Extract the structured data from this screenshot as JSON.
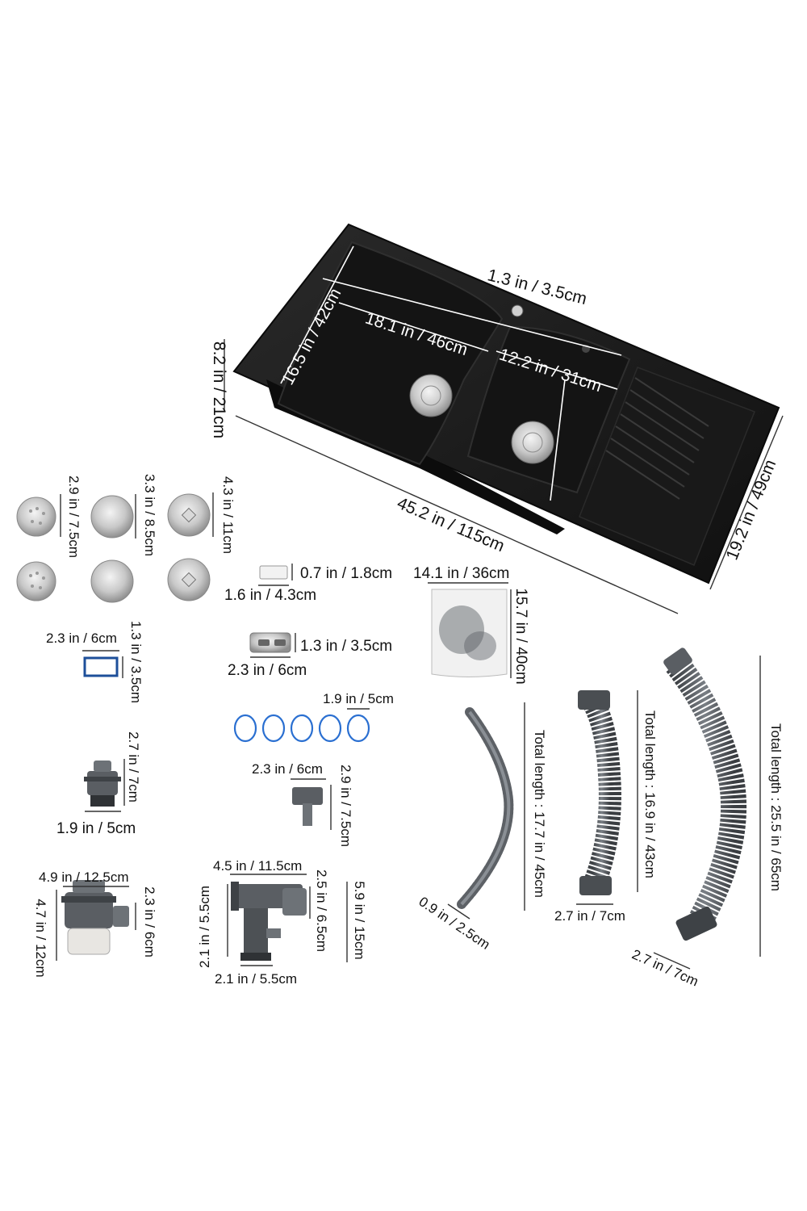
{
  "sink": {
    "faucet_hole": "1.3 in / 3.5cm",
    "depth": "8.2 in / 21cm",
    "bowl_left_width": "16.5 in / 42cm",
    "bowl_left_length": "18.1 in / 46cm",
    "bowl_right_length": "12.2 in / 31cm",
    "total_length": "45.2 in / 115cm",
    "total_width": "19.2 in / 49cm"
  },
  "strainers": {
    "small": "2.9 in / 7.5cm",
    "medium": "3.3 in / 8.5cm",
    "large": "4.3 in / 11cm"
  },
  "clip": {
    "height": "0.7 in / 1.8cm",
    "width": "1.6 in / 4.3cm"
  },
  "overflow_cover": {
    "height": "1.3 in / 3.5cm",
    "width": "2.3 in / 6cm"
  },
  "bag": {
    "width": "14.1 in / 36cm",
    "height": "15.7 in / 40cm"
  },
  "gasket": {
    "width": "2.3 in / 6cm",
    "height": "1.3 in / 3.5cm"
  },
  "orings": {
    "diameter": "1.9 in / 5cm"
  },
  "adapter": {
    "height": "2.7 in / 7cm",
    "diameter": "1.9 in / 5cm"
  },
  "connector": {
    "width": "2.3 in / 6cm",
    "height": "2.9 in / 7.5cm"
  },
  "trap": {
    "width": "4.9 in / 12.5cm",
    "outlet": "2.3 in / 6cm",
    "height": "4.7 in / 12cm"
  },
  "tee": {
    "width": "4.5 in / 11.5cm",
    "side_inlet": "2.1 in / 5.5cm",
    "right_inlet": "2.5 in / 6.5cm",
    "bottom": "2.1 in / 5.5cm",
    "height": "5.9 in / 15cm"
  },
  "hoses": {
    "thin_length": "Total length : 17.7 in / 45cm",
    "thin_diameter": "0.9 in / 2.5cm",
    "mid_length": "Total length : 16.9 in / 43cm",
    "mid_diameter": "2.7 in / 7cm",
    "long_length": "Total length : 25.5 in / 65cm",
    "long_diameter": "2.7 in / 7cm"
  },
  "colors": {
    "sink_body": "#1b1b1b",
    "steel": "#c9c9c9",
    "plastic_gray": "#5a5e63",
    "oring_blue": "#2a6fd1",
    "gasket_blue": "#1d4f9a"
  }
}
